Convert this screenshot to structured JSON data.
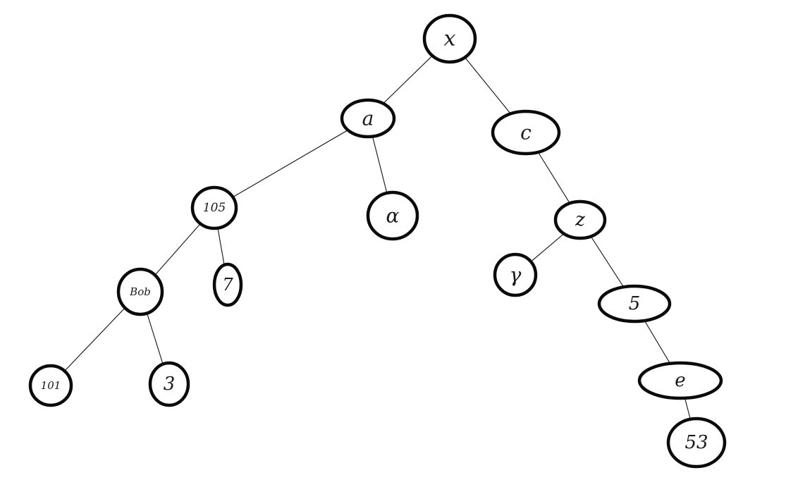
{
  "tree": {
    "nodes": [
      {
        "id": "x",
        "label": "x"
      },
      {
        "id": "a",
        "label": "a"
      },
      {
        "id": "c",
        "label": "c"
      },
      {
        "id": "n105",
        "label": "105"
      },
      {
        "id": "alpha",
        "label": "α"
      },
      {
        "id": "z",
        "label": "z"
      },
      {
        "id": "bob",
        "label": "Bob"
      },
      {
        "id": "n7",
        "label": "7"
      },
      {
        "id": "gamma",
        "label": "γ"
      },
      {
        "id": "n5",
        "label": "5"
      },
      {
        "id": "n101",
        "label": "101"
      },
      {
        "id": "n3",
        "label": "3"
      },
      {
        "id": "e",
        "label": "e"
      },
      {
        "id": "n53",
        "label": "53"
      }
    ],
    "edges": [
      [
        "x",
        "a"
      ],
      [
        "x",
        "c"
      ],
      [
        "a",
        "n105"
      ],
      [
        "a",
        "alpha"
      ],
      [
        "c",
        "z"
      ],
      [
        "n105",
        "bob"
      ],
      [
        "n105",
        "n7"
      ],
      [
        "z",
        "gamma"
      ],
      [
        "z",
        "n5"
      ],
      [
        "bob",
        "n101"
      ],
      [
        "bob",
        "n3"
      ],
      [
        "n5",
        "e"
      ],
      [
        "e",
        "n53"
      ]
    ]
  }
}
